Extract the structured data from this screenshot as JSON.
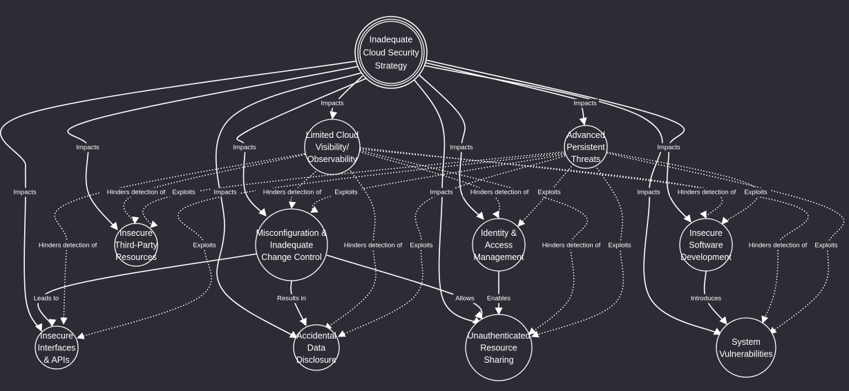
{
  "diagram": {
    "nodes": [
      {
        "id": "root",
        "lines": [
          "Inadequate",
          "Cloud Security",
          "Strategy"
        ]
      },
      {
        "id": "visibility",
        "lines": [
          "Limited Cloud",
          "Visibility/",
          "Observability"
        ]
      },
      {
        "id": "apt",
        "lines": [
          "Advanced",
          "Persistent",
          "Threats"
        ]
      },
      {
        "id": "thirdparty",
        "lines": [
          "Insecure",
          "Third-Party",
          "Resources"
        ]
      },
      {
        "id": "misconfig",
        "lines": [
          "Misconfiguration &",
          "Inadequate",
          "Change Control"
        ]
      },
      {
        "id": "iam",
        "lines": [
          "Identity &",
          "Access",
          "Management"
        ]
      },
      {
        "id": "swdev",
        "lines": [
          "Insecure",
          "Software",
          "Development"
        ]
      },
      {
        "id": "apis",
        "lines": [
          "Insecure",
          "Interfaces",
          "& APIs"
        ]
      },
      {
        "id": "disclosure",
        "lines": [
          "Accidental",
          "Data",
          "Disclosure"
        ]
      },
      {
        "id": "sharing",
        "lines": [
          "Unauthenticated",
          "Resource",
          "Sharing"
        ]
      },
      {
        "id": "vulns",
        "lines": [
          "System",
          "Vulnerabilities"
        ]
      }
    ],
    "edges": [
      {
        "from": "root",
        "to": "apis",
        "label": "Impacts",
        "style": "solid"
      },
      {
        "from": "root",
        "to": "thirdparty",
        "label": "Impacts",
        "style": "solid"
      },
      {
        "from": "root",
        "to": "disclosure",
        "label": "Impacts",
        "style": "solid"
      },
      {
        "from": "root",
        "to": "misconfig",
        "label": "Impacts",
        "style": "solid"
      },
      {
        "from": "root",
        "to": "visibility",
        "label": "Impacts",
        "style": "solid"
      },
      {
        "from": "root",
        "to": "sharing",
        "label": "Impacts",
        "style": "solid"
      },
      {
        "from": "root",
        "to": "iam",
        "label": "Impacts",
        "style": "solid"
      },
      {
        "from": "root",
        "to": "apt",
        "label": "Impacts",
        "style": "solid"
      },
      {
        "from": "root",
        "to": "vulns",
        "label": "Impacts",
        "style": "solid"
      },
      {
        "from": "root",
        "to": "swdev",
        "label": "Impacts",
        "style": "solid"
      },
      {
        "from": "visibility",
        "to": "apis",
        "label": "Hinders detection of",
        "style": "dotted"
      },
      {
        "from": "visibility",
        "to": "thirdparty",
        "label": "Hinders detection of",
        "style": "dotted"
      },
      {
        "from": "visibility",
        "to": "misconfig",
        "label": "Hinders detection of",
        "style": "dotted"
      },
      {
        "from": "visibility",
        "to": "disclosure",
        "label": "Hinders detection of",
        "style": "dotted"
      },
      {
        "from": "visibility",
        "to": "iam",
        "label": "Hinders detection of",
        "style": "dotted"
      },
      {
        "from": "visibility",
        "to": "sharing",
        "label": "Hinders detection of",
        "style": "dotted"
      },
      {
        "from": "visibility",
        "to": "swdev",
        "label": "Hinders detection of",
        "style": "dotted"
      },
      {
        "from": "visibility",
        "to": "vulns",
        "label": "Hinders detection of",
        "style": "dotted"
      },
      {
        "from": "apt",
        "to": "thirdparty",
        "label": "Exploits",
        "style": "dotted"
      },
      {
        "from": "apt",
        "to": "apis",
        "label": "Exploits",
        "style": "dotted"
      },
      {
        "from": "apt",
        "to": "misconfig",
        "label": "Exploits",
        "style": "dotted"
      },
      {
        "from": "apt",
        "to": "disclosure",
        "label": "Exploits",
        "style": "dotted"
      },
      {
        "from": "apt",
        "to": "iam",
        "label": "Exploits",
        "style": "dotted"
      },
      {
        "from": "apt",
        "to": "sharing",
        "label": "Exploits",
        "style": "dotted"
      },
      {
        "from": "apt",
        "to": "swdev",
        "label": "Exploits",
        "style": "dotted"
      },
      {
        "from": "apt",
        "to": "vulns",
        "label": "Exploits",
        "style": "dotted"
      },
      {
        "from": "misconfig",
        "to": "apis",
        "label": "Leads to",
        "style": "solid"
      },
      {
        "from": "misconfig",
        "to": "disclosure",
        "label": "Results in",
        "style": "solid"
      },
      {
        "from": "misconfig",
        "to": "sharing",
        "label": "Allows",
        "style": "solid"
      },
      {
        "from": "iam",
        "to": "sharing",
        "label": "Enables",
        "style": "solid"
      },
      {
        "from": "swdev",
        "to": "vulns",
        "label": "Introduces",
        "style": "solid"
      }
    ]
  }
}
